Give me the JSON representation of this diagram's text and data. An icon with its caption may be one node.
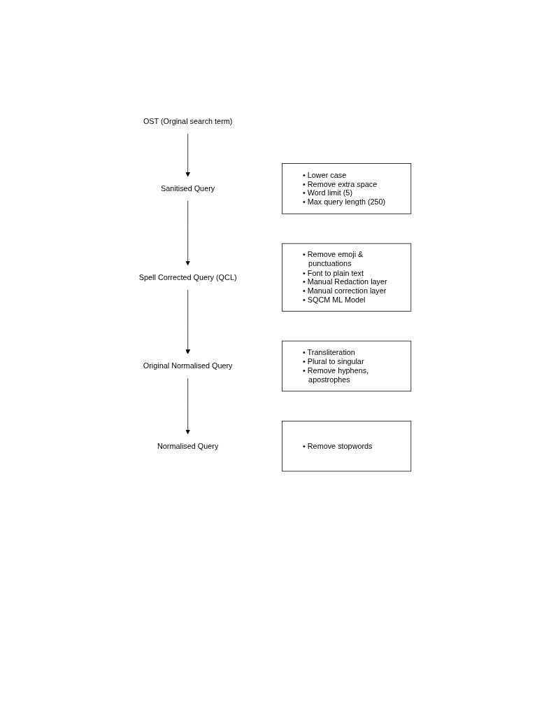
{
  "diagram": {
    "nodes": [
      {
        "text": [
          "OST (Orginal search term)"
        ]
      },
      {
        "text": [
          "Sanitised Query"
        ]
      },
      {
        "text": [
          "• Lower case",
          "• Remove extra space",
          "• Word limit (5)",
          "• Max query length (250)"
        ]
      },
      {
        "text": [
          "Spell Corrected Query (QCL)"
        ]
      },
      {
        "text": [
          "• Remove emoji & punctuations",
          "• Font to plain text",
          "• Manual Redaction layer",
          "• Manual correction layer",
          "• SQCM ML Model"
        ]
      },
      {
        "text": [
          "Original Normalised Query"
        ]
      },
      {
        "text": [
          "• Transliteration",
          "• Plural to singular",
          "• Remove hyphens, apostrophes"
        ]
      },
      {
        "text": [
          "Normalised Query"
        ]
      },
      {
        "text": [
          "• Remove stopwords"
        ]
      }
    ],
    "edges": [
      {
        "from": 0,
        "to": 1,
        "arrow": "to"
      },
      {
        "from": 1,
        "to": 3,
        "arrow": "to"
      },
      {
        "from": 3,
        "to": 5,
        "arrow": "to"
      },
      {
        "from": 5,
        "to": 7,
        "arrow": "to"
      }
    ]
  }
}
